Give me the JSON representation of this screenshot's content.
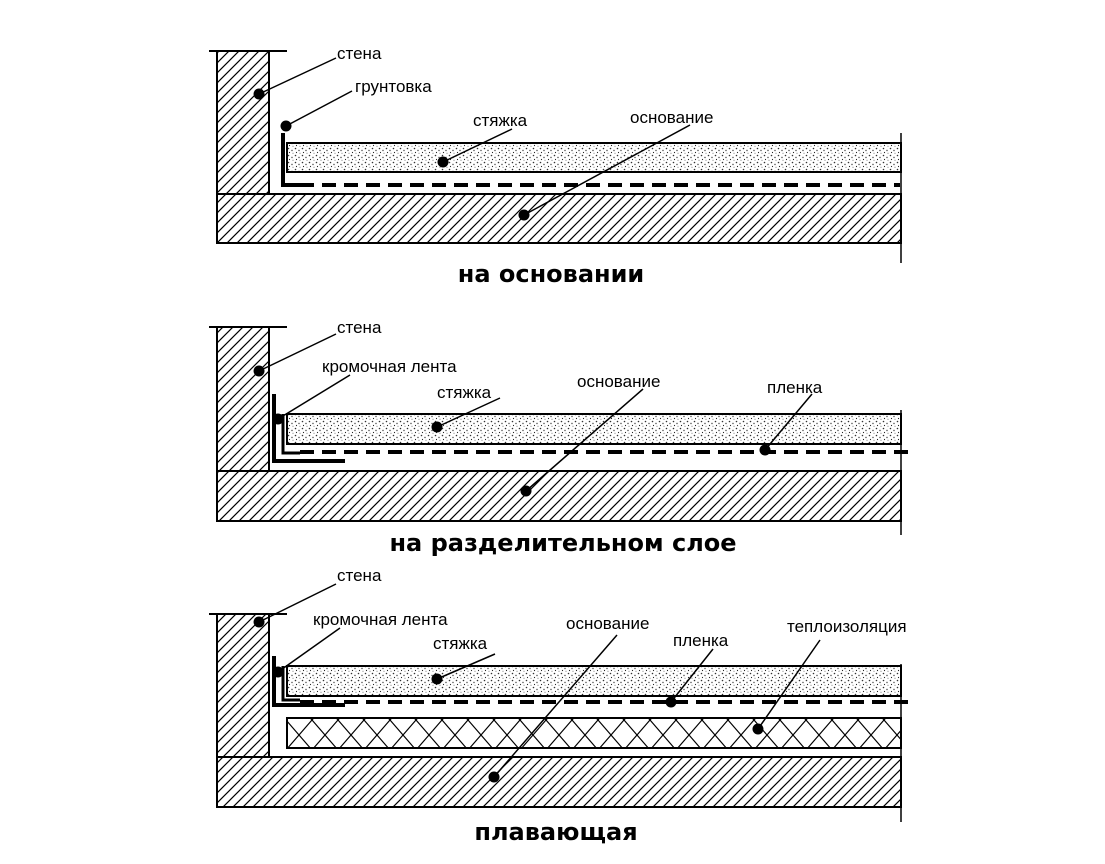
{
  "panels": [
    {
      "title": "на основании",
      "labels": {
        "wall": "стена",
        "primer": "грунтовка",
        "screed": "стяжка",
        "base": "основание"
      }
    },
    {
      "title": "на разделительном слое",
      "labels": {
        "wall": "стена",
        "edge_tape": "кромочная лента",
        "screed": "стяжка",
        "base": "основание",
        "film": "пленка"
      }
    },
    {
      "title": "плавающая",
      "labels": {
        "wall": "стена",
        "edge_tape": "кромочная лента",
        "screed": "стяжка",
        "base": "основание",
        "film": "пленка",
        "insulation": "теплоизоляция"
      }
    }
  ]
}
